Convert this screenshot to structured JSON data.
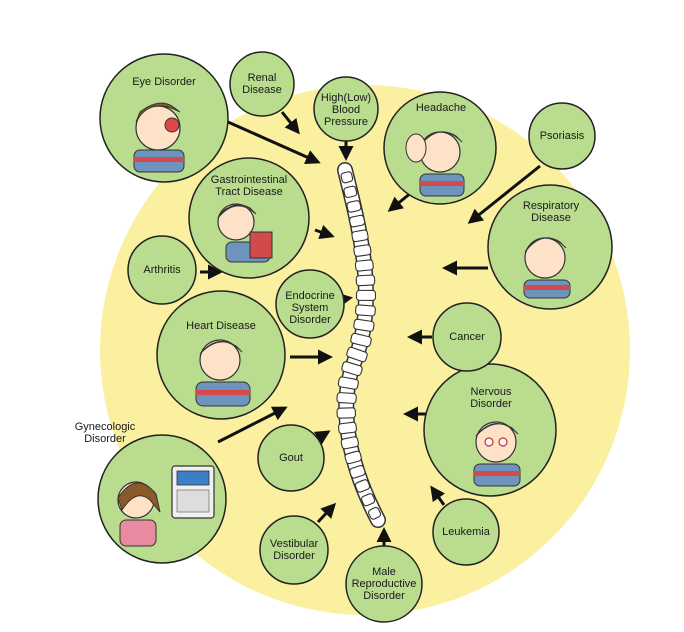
{
  "labels": {
    "eye_disorder": "Eye Disorder",
    "renal_disease": "Renal\nDisease",
    "blood_pressure": "High(Low)\nBlood\nPressure",
    "headache": "Headache",
    "psoriasis": "Psoriasis",
    "gastrointestinal": "Gastrointestinal\nTract Disease",
    "respiratory": "Respiratory\nDisease",
    "arthritis": "Arthritis",
    "endocrine": "Endocrine\nSystem\nDisorder",
    "cancer": "Cancer",
    "heart_disease": "Heart Disease",
    "nervous": "Nervous\nDisorder",
    "gynecologic": "Gynecologic\nDisorder",
    "gout": "Gout",
    "leukemia": "Leukemia",
    "vestibular": "Vestibular\nDisorder",
    "male_reproductive": "Male\nReproductive\nDisorder"
  },
  "colors": {
    "background_disc": "#fbf0a0",
    "node_fill": "#b9dc8f",
    "node_stroke": "#222222",
    "arrow": "#111111",
    "spine": "#ffffff"
  }
}
